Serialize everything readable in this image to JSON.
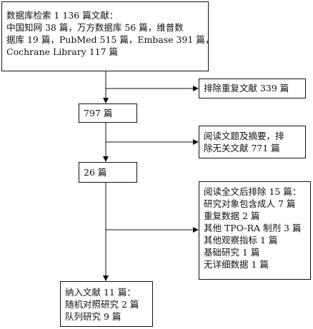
{
  "flowchart": {
    "search_box": {
      "lines": [
        "数据库检索 1 136 篇文献：",
        "中国知网 38 篇，万方数据库 56 篇，维普数",
        "据库 19 篇，PubMed 515 篇，Embase 391 篇，",
        "Cochrane Library 117 篇"
      ]
    },
    "exclude_duplicates": {
      "lines": [
        "排除重复文献 339 篇"
      ]
    },
    "after_dedup": {
      "lines": [
        "797 篇"
      ]
    },
    "exclude_title_abstract": {
      "lines": [
        "阅读文题及摘要，排",
        "除无关文献 771 篇"
      ]
    },
    "after_screening": {
      "lines": [
        "26 篇"
      ]
    },
    "exclude_fulltext": {
      "lines": [
        "阅读全文后排除 15 篇：",
        "研究对象包含成人 7 篇",
        "重复数据 2 篇",
        "其他 TPO-RA 制剂 3 篇",
        "其他观察指标 1 篇",
        "基础研究 1 篇",
        "无详细数据 1 篇"
      ]
    },
    "included": {
      "lines": [
        "纳入文献 11 篇：",
        "随机对照研究 2 篇",
        "队列研究 9 篇"
      ]
    }
  }
}
